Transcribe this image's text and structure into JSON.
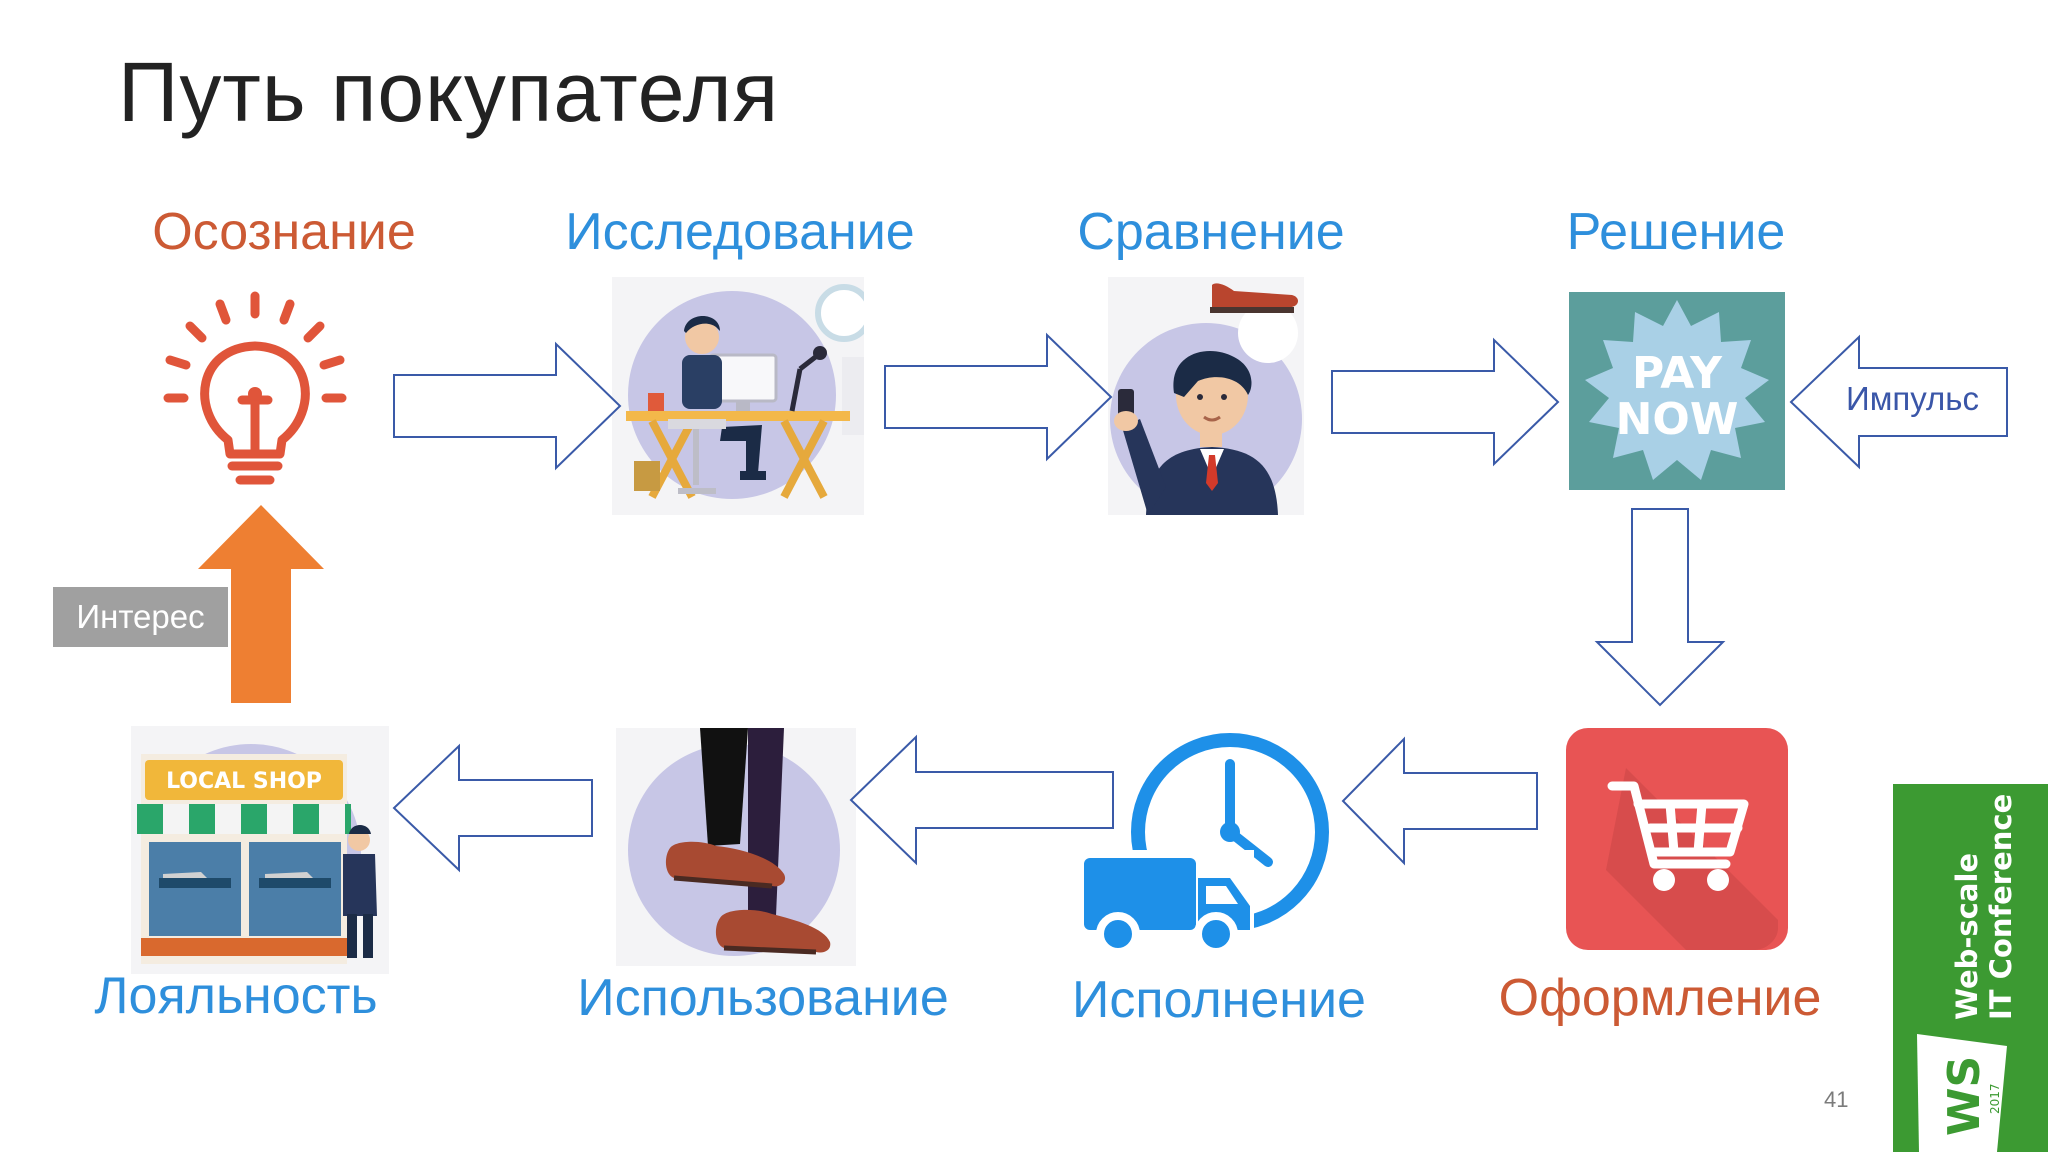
{
  "slide": {
    "title": "Путь покупателя",
    "page_number": "41"
  },
  "stages": {
    "awareness": "Осознание",
    "research": "Исследование",
    "comparison": "Сравнение",
    "decision": "Решение",
    "checkout": "Оформление",
    "fulfillment": "Исполнение",
    "usage": "Использование",
    "loyalty": "Лояльность"
  },
  "labels": {
    "interest": "Интерес",
    "impulse": "Импульс"
  },
  "pictures": {
    "pay_now_line1": "PAY",
    "pay_now_line2": "NOW",
    "shop_sign": "LOCAL SHOP"
  },
  "badge": {
    "line1": "Web-scale",
    "line2": "IT Conference",
    "logo": "WS",
    "year": "2017"
  },
  "colors": {
    "stage_red": "#cc5a34",
    "stage_blue": "#2e8fdc",
    "arrow_outline": "#3a5aa8",
    "interest_arrow": "#ee7f32",
    "badge_green": "#3c9a32",
    "cart_red": "#e85454",
    "clock_blue": "#1e90e8",
    "circle_lavender": "#c7c6e6"
  },
  "icons": {
    "awareness": "lightbulb-icon",
    "research": "person-at-desk-icon",
    "comparison": "person-with-phone-icon",
    "decision": "pay-now-badge-icon",
    "checkout": "shopping-cart-icon",
    "fulfillment": "delivery-truck-clock-icon",
    "usage": "walking-feet-icon",
    "loyalty": "local-shop-icon"
  }
}
